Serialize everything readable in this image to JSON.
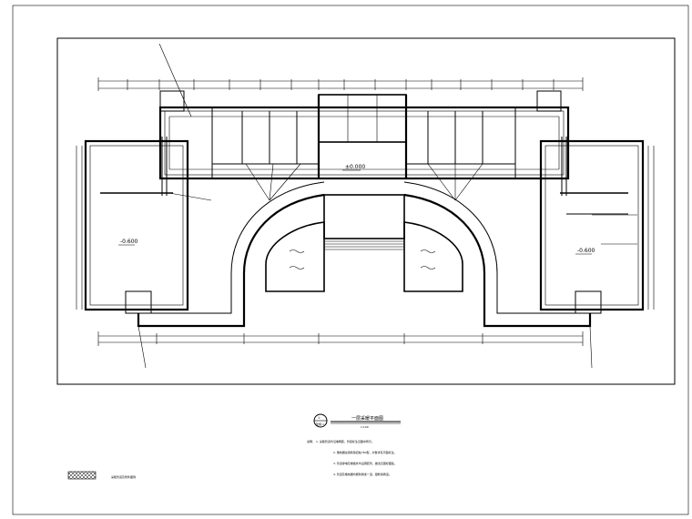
{
  "drawing": {
    "levels": {
      "center": "±0.000",
      "left_wing": "-0.600",
      "right_wing": "-0.600"
    },
    "title_marker": "①",
    "title_marker_sub": "建施-1",
    "title": "一层采暖平面图",
    "scale": "1:100",
    "notes_head": "说明：",
    "notes": [
      "1. 采暖管道均沿墙明装，管径标注见图中所示。",
      "2. 散热器采用铸铁四柱760型，片数详见平面标注。",
      "3. 管道穿墙及楼板处均设钢套管，做法见国标图集。",
      "4. 管道及散热器均刷防锈漆一道，银粉漆两道。"
    ],
    "legend_text": "采暖管道及附件图例"
  }
}
